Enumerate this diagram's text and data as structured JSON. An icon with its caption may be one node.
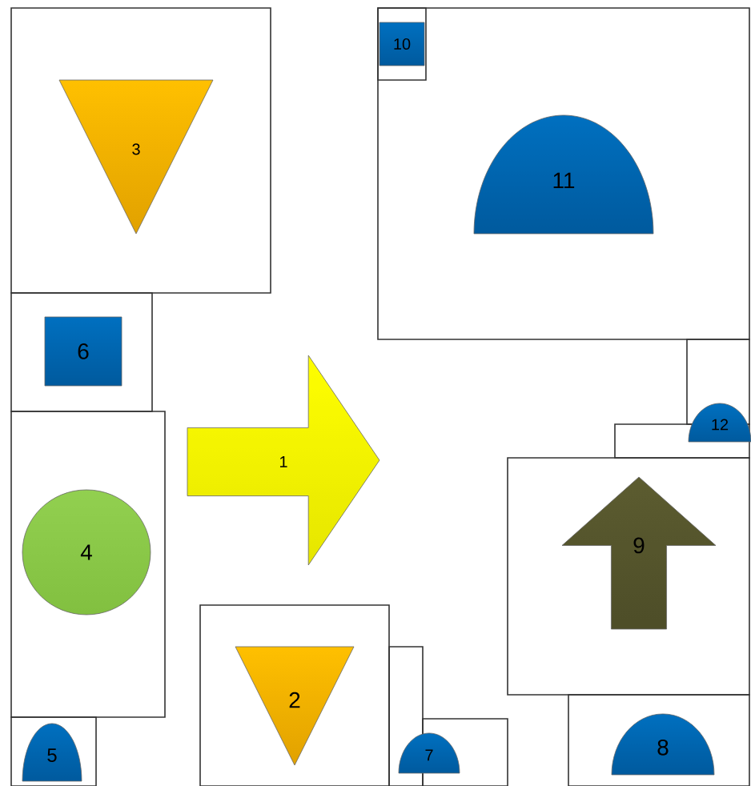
{
  "diagram": {
    "nodes": [
      {
        "text": [],
        "shape": "box"
      },
      {
        "text": [
          "3"
        ],
        "in": 0
      },
      {
        "text": [],
        "shape": "box"
      },
      {
        "text": [],
        "shape": "box",
        "in": 2
      },
      {
        "text": [
          "10"
        ],
        "in": 3
      },
      {
        "text": [
          "11"
        ],
        "in": 2
      },
      {
        "text": [],
        "shape": "box"
      },
      {
        "text": [
          "6"
        ],
        "in": 6
      },
      {
        "text": [
          "1"
        ]
      },
      {
        "text": [],
        "shape": "box"
      },
      {
        "text": [
          "12"
        ]
      },
      {
        "text": [],
        "shape": "box"
      },
      {
        "text": [],
        "shape": "box"
      },
      {
        "text": [
          "4"
        ],
        "in": 12
      },
      {
        "text": [],
        "shape": "box"
      },
      {
        "text": [
          "9"
        ],
        "in": 14
      },
      {
        "text": [],
        "shape": "box"
      },
      {
        "text": [
          "2"
        ],
        "in": 16
      },
      {
        "text": [],
        "shape": "box"
      },
      {
        "text": [],
        "shape": "box"
      },
      {
        "text": [
          "7"
        ]
      },
      {
        "text": [],
        "shape": "box"
      },
      {
        "text": [
          "5"
        ],
        "in": 21
      },
      {
        "text": [],
        "shape": "box"
      },
      {
        "text": [
          "8"
        ],
        "in": 23
      }
    ],
    "edges": []
  }
}
